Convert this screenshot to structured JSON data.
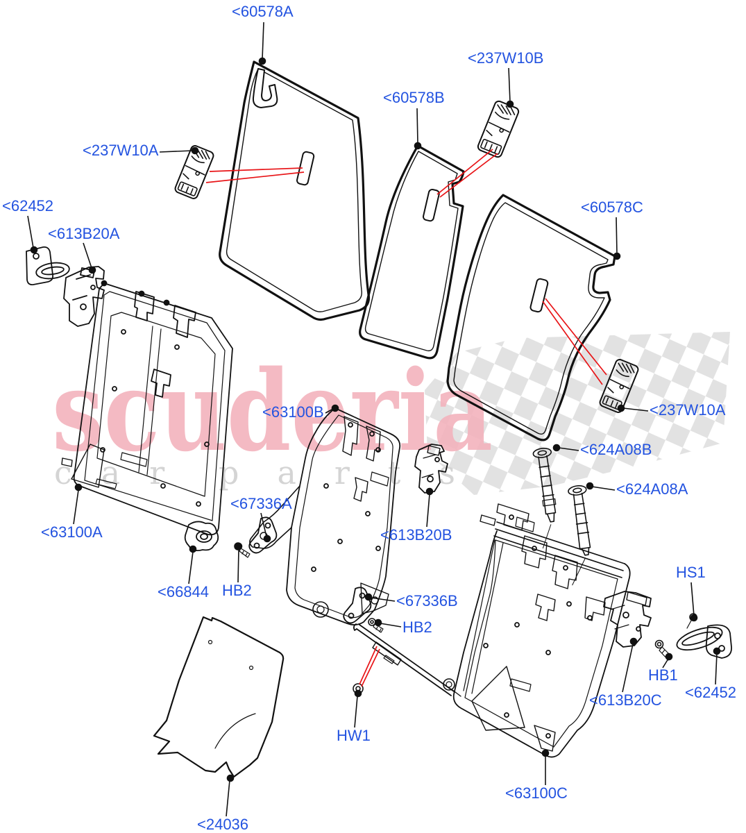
{
  "watermark": {
    "brand": "scuderia",
    "sub_word1": "car",
    "sub_word2": "parts"
  },
  "parts_labels": {
    "l60578A": "<60578A",
    "l237W10B": "<237W10B",
    "l60578B": "<60578B",
    "l237W10A_top": "<237W10A",
    "l62452_left": "<62452",
    "l613B20A": "<613B20A",
    "l60578C": "<60578C",
    "l63100B": "<63100B",
    "l237W10A_right": "<237W10A",
    "l624A08B": "<624A08B",
    "l624A08A": "<624A08A",
    "l67336A": "<67336A",
    "l613B20B": "<613B20B",
    "l63100A": "<63100A",
    "l66844": "<66844",
    "lHB2_left": "HB2",
    "l67336B": "<67336B",
    "lHB2_right": "HB2",
    "lHS1": "HS1",
    "lHB1": "HB1",
    "l613B20C": "<613B20C",
    "l62452_right": "<62452",
    "l63100C": "<63100C",
    "lHW1": "HW1",
    "l24036": "<24036"
  },
  "colors": {
    "label_blue": "#2353e0",
    "leader_red": "#e81417",
    "line_black": "#111111",
    "watermark_pink": "#f3b3bd",
    "watermark_gray": "#d4d4d4",
    "checker_gray": "#dcdcdc"
  }
}
